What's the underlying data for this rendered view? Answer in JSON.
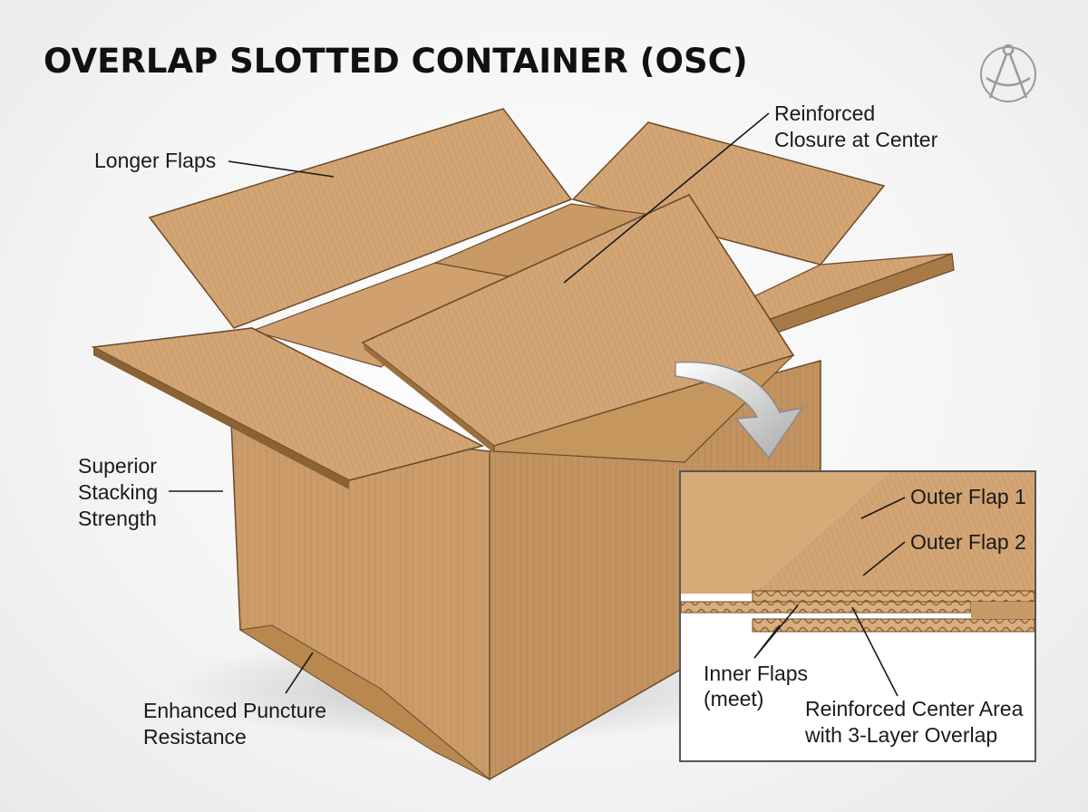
{
  "title": "OVERLAP SLOTTED CONTAINER (OSC)",
  "colors": {
    "cardboard": "#cfa170",
    "cardboard_light": "#d9b07f",
    "cardboard_dark": "#b5854f",
    "cardboard_shadow": "#a57843",
    "edge_line": "#6b4a2a",
    "text": "#1a1a1a"
  },
  "labels": {
    "longer_flaps": "Longer Flaps",
    "reinforced_closure": [
      "Reinforced",
      "Closure at Center"
    ],
    "superior_stacking": [
      "Superior",
      "Stacking",
      "Strength"
    ],
    "puncture": [
      "Enhanced Puncture",
      "Resistance"
    ]
  },
  "inset": {
    "outer_flap_1": "Outer Flap 1",
    "outer_flap_2": "Outer Flap 2",
    "inner_flaps": [
      "Inner Flaps",
      "(meet)"
    ],
    "reinforced_center": [
      "Reinforced Center Area",
      "with 3-Layer Overlap"
    ]
  },
  "icons": [
    "compass-logo-icon",
    "curved-arrow-icon"
  ]
}
